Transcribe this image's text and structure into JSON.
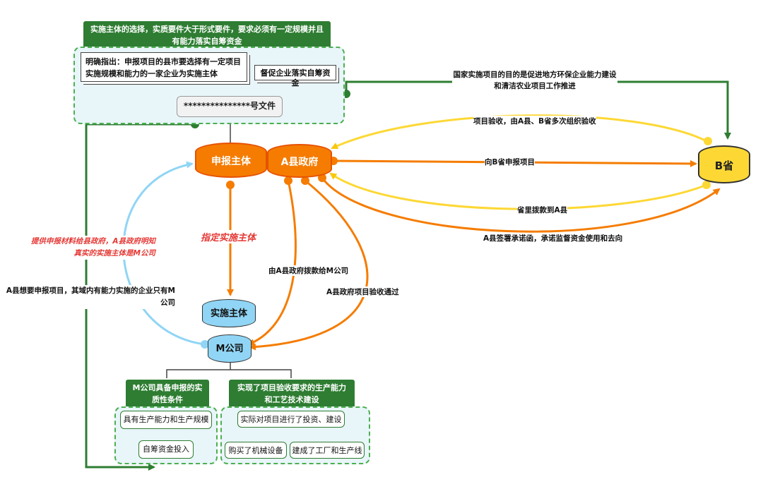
{
  "top": {
    "header": "实施主体的选择，实质要件大于形式要件，要求必须有一定规模并且有能力落实自筹资金",
    "note1": "明确指出：申报项目的县市要选择有一定项目实施规模和能力的一家企业为实施主体",
    "note2": "督促企业落实自筹资金",
    "doc": "***************号文件"
  },
  "nodes": {
    "applicant": "申报主体",
    "gov_a": "A县政府",
    "province_b": "B省",
    "implementer": "实施主体",
    "company_m": "M公司"
  },
  "edges": {
    "state_purpose": "国家实施项目的目的是促进地方环保企业能力建设和清洁农业项目工作推进",
    "acceptance": "项目验收，由A县、B省多次组织验收",
    "apply_b": "向B省申报项目",
    "allocate": "省里拨款到A县",
    "promise": "A县签署承诺函，承诺监督资金使用和去向",
    "designate": "指定实施主体",
    "provide_material": "提供申报材料给县政府，A县政府明知真实的实施主体是M公司",
    "only_m": "A县想要申报项目，其域内有能力实施的企业只有M公司",
    "pay_m": "由A县政府拨款给M公司",
    "pass_accept": "A县政府项目验收通过"
  },
  "bottom": {
    "left_header": "M公司具备申报的实质性条件",
    "left_items": [
      "具有生产能力和生产规模",
      "自筹资金投入"
    ],
    "right_header": "实现了项目验收要求的生产能力和工艺技术建设",
    "right_items": [
      "实际对项目进行了投资、建设",
      "购买了机械设备",
      "建成了工厂和生产线"
    ]
  },
  "colors": {
    "orange": "#f57c00",
    "yellow": "#fdd835",
    "green": "#2e7d32",
    "lightblue": "#90d5f5"
  }
}
